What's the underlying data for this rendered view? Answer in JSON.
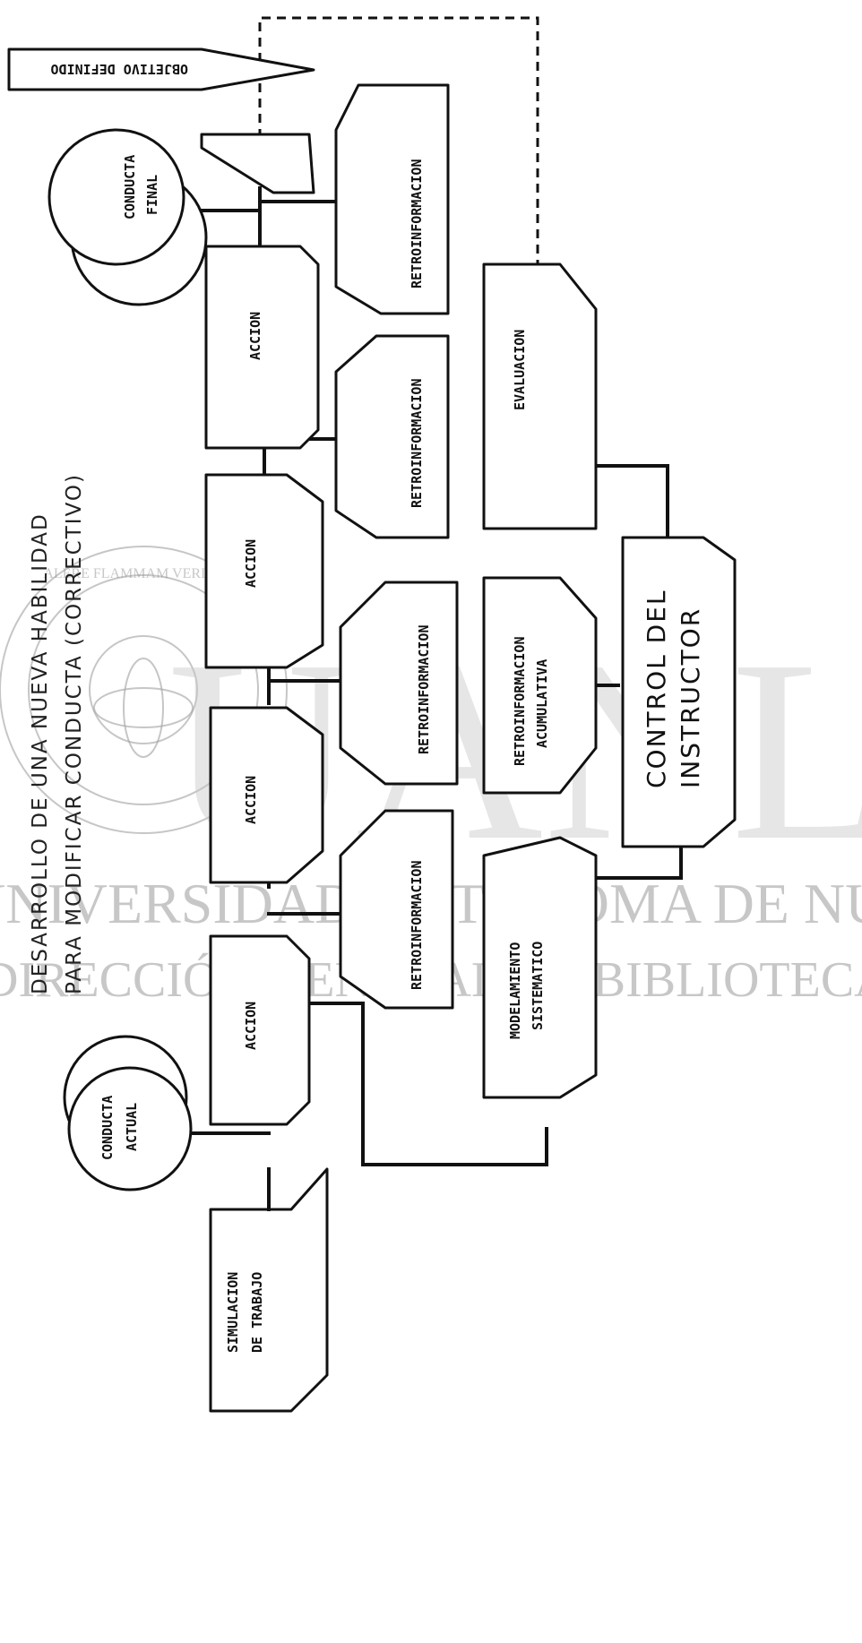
{
  "title": {
    "line1": "DESARROLLO DE UNA NUEVA HABILIDAD",
    "line2": "PARA MODIFICAR CONDUCTA (CORRECTIVO)"
  },
  "nodes": {
    "objetivo": "OBJETIVO DEFINIDO",
    "conducta_final": [
      "CONDUCTA",
      "FINAL"
    ],
    "conducta_actual": [
      "CONDUCTA",
      "ACTUAL"
    ],
    "simulacion": [
      "SIMULACION",
      "DE TRABAJO"
    ],
    "accion": "ACCION",
    "retroinformacion": "RETROINFORMACION",
    "evaluacion": "EVALUACION",
    "retro_acumulativa": [
      "RETROINFORMACION",
      "ACUMULATIVA"
    ],
    "modelamiento": [
      "MODELAMIENTO",
      "SISTEMATICO"
    ],
    "control": [
      "CONTROL DEL",
      "INSTRUCTOR"
    ]
  },
  "watermark": {
    "university": "UNIVERSIDAD AUTÓNOMA DE NUEVO LEÓN",
    "direction": "DIRECCIÓN GENERAL DE BIBLIOTECAS",
    "letters": "UANL",
    "seal_motto": "ALERE FLAMMAM VERITATIS"
  }
}
